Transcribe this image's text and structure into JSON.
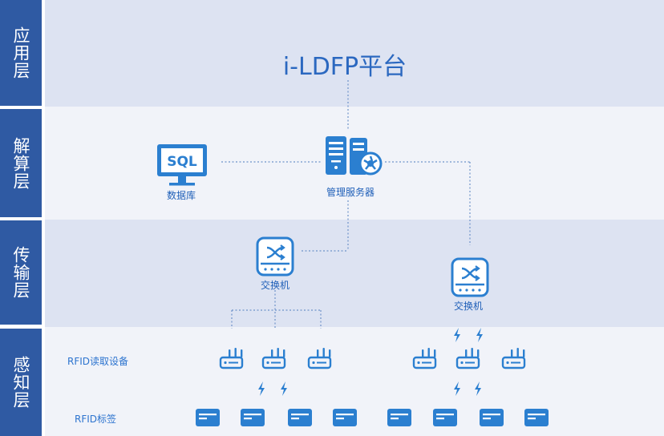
{
  "layers": {
    "application": "应用层",
    "computation": "解算层",
    "transport": "传输层",
    "perception": "感知层"
  },
  "platform_title": "i-LDFP平台",
  "database": {
    "icon_text": "SQL",
    "label": "数据库"
  },
  "server": {
    "label": "管理服务器"
  },
  "switches": {
    "left_label": "交换机",
    "right_label": "交换机"
  },
  "rows": {
    "readers": "RFID读取设备",
    "tags": "RFID标签"
  },
  "colors": {
    "accent": "#2b7fd0",
    "label_bg": "#2f5aa3",
    "band_dark": "#dde3f2",
    "band_light": "#f1f3f9"
  }
}
